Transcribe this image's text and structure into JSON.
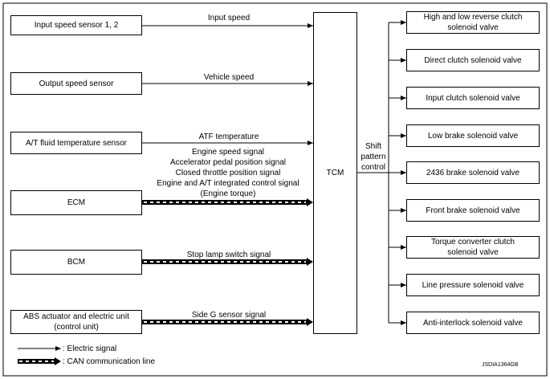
{
  "inputs": [
    {
      "label": "Input speed sensor 1, 2",
      "signal": "Input speed",
      "line": "electric"
    },
    {
      "label": "Output speed sensor",
      "signal": "Vehicle speed",
      "line": "electric"
    },
    {
      "label": "A/T fluid temperature sensor",
      "signal": "ATF temperature",
      "line": "electric"
    },
    {
      "label": "ECM",
      "signal": "Engine speed signal\nAccelerator pedal position signal\nClosed throttle position signal\nEngine and A/T integrated control signal\n(Engine torque)",
      "line": "can"
    },
    {
      "label": "BCM",
      "signal": "Stop lamp switch signal",
      "line": "can"
    },
    {
      "label": "ABS actuator and electric unit\n(control unit)",
      "signal": "Side G sensor signal",
      "line": "can"
    }
  ],
  "tcm": {
    "label": "TCM",
    "output_label": "Shift\npattern\ncontrol"
  },
  "outputs": [
    "High and low reverse clutch\nsolenoid valve",
    "Direct clutch solenoid valve",
    "Input clutch solenoid valve",
    "Low brake solenoid valve",
    "2436 brake solenoid valve",
    "Front brake solenoid valve",
    "Torque converter clutch\nsolenoid valve",
    "Line pressure solenoid valve",
    "Anti-interlock solenoid valve"
  ],
  "legend": {
    "electric": ": Electric signal",
    "can": ": CAN communication line"
  },
  "figure_id": "JSDIA1364GB"
}
